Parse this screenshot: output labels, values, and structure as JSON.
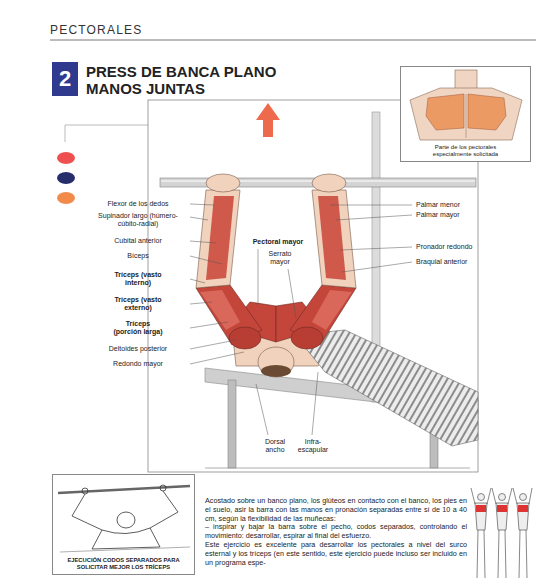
{
  "diagram": {
    "title": "PRESS DE BANCA PLANO MANOS JUNTAS",
    "nodes": [
      {
        "text": [
          "2"
        ]
      },
      {
        "text": [
          "Parte de los pectorales especialmente solicitada"
        ]
      },
      {
        "text": [
          "EJECUCIÓN CODOS SEPARADOS PARA SOLICITAR MEJOR LOS TRÍCEPS"
        ]
      }
    ],
    "labels": [
      "PECTORALES",
      "Flexor de los dedos",
      "Supinador largo (húmero-cúbito-radial)",
      "Cubital anterior",
      "Bíceps",
      "Tríceps (vasto interno)",
      "Tríceps (vasto externo)",
      "Tríceps (porción larga)",
      "Deltoides posterior",
      "Redondo mayor",
      "Pectoral mayor",
      "Serrato mayor",
      "Palmar menor",
      "Palmar mayor",
      "Pronador redondo",
      "Braquial anterior",
      "Dorsal ancho",
      "Infra-escapular",
      "Acostado sobre un banco plano, los glúteos en contacto con el banco, los pies en el suelo, asir la barra con las manos en pronación separadas entre sí de 10 a 40 cm, según la flexibilidad de las muñecas:",
      "– inspirar y bajar la barra sobre el pecho, codos separados, controlando el movimiento: desarrollar, espirar al final del esfuerzo.",
      "Este ejercicio es excelente para desarrollar los pectorales a nivel del surco esternal y los tríceps (en este sentido, este ejercicio puede incluso ser incluido en un programa espe-"
    ]
  }
}
